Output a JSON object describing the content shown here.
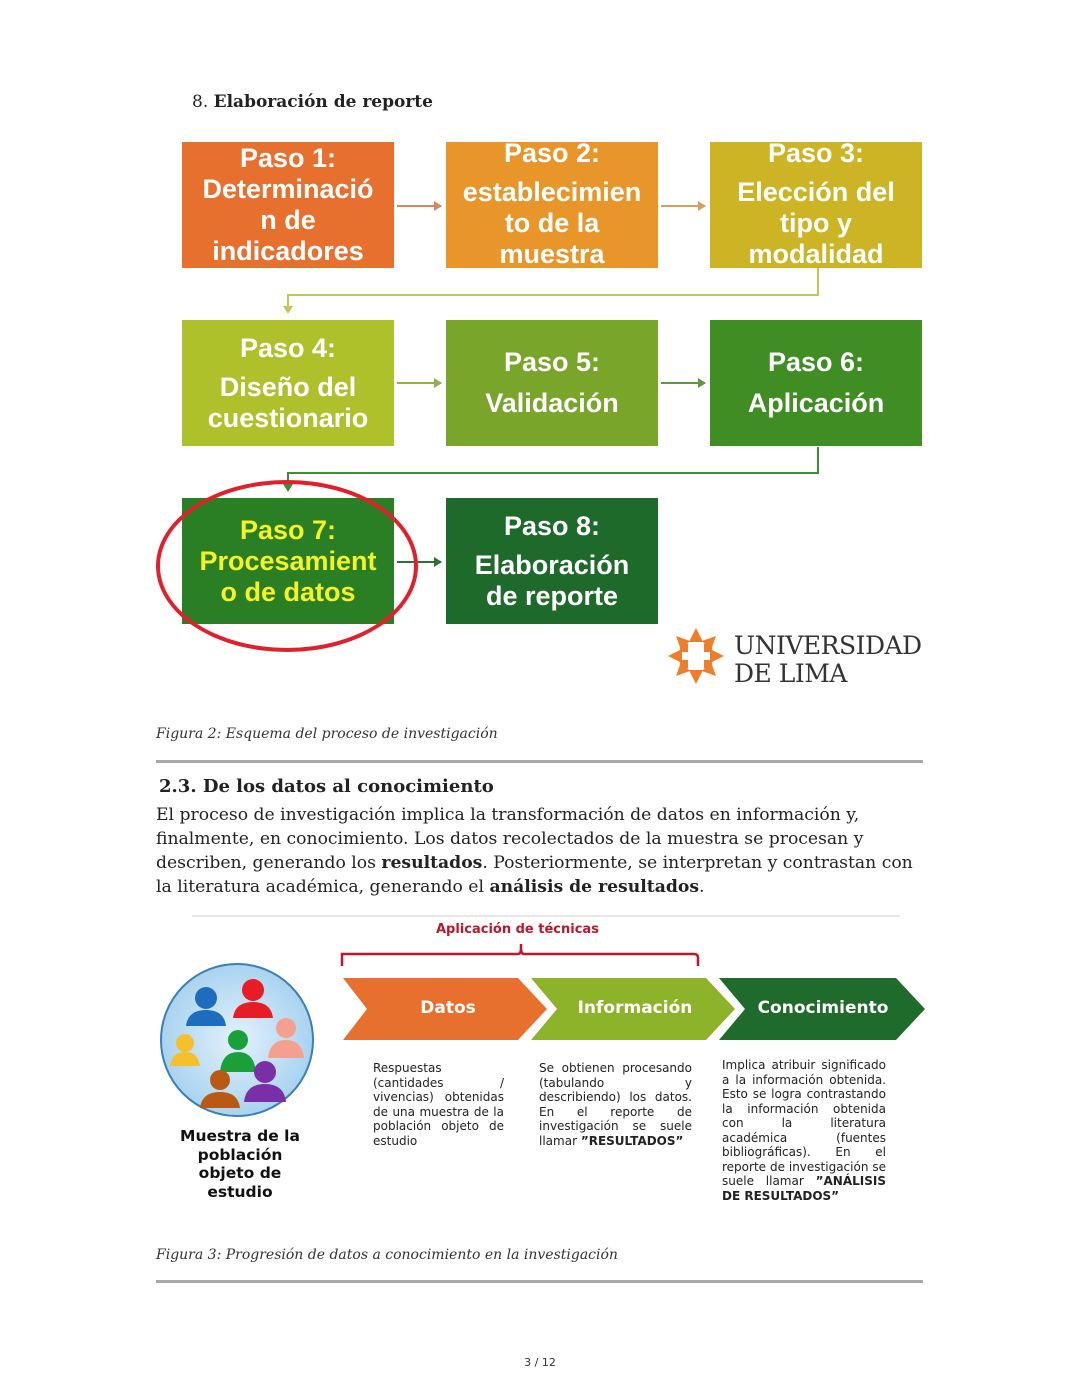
{
  "section_heading": {
    "number": "8.",
    "title": "Elaboración de reporte"
  },
  "figure2": {
    "steps": [
      {
        "title": "Paso 1:",
        "lines": [
          "Determinació",
          "n de",
          "indicadores"
        ],
        "color": "#e8702f",
        "text_color": "#ffffff"
      },
      {
        "title": "Paso 2:",
        "lines": [
          "establecimien",
          "to de la",
          "muestra"
        ],
        "color": "#e8962a",
        "text_color": "#ffffff"
      },
      {
        "title": "Paso 3:",
        "lines": [
          "Elección del",
          "tipo y",
          "modalidad"
        ],
        "color": "#cdb424",
        "text_color": "#ffffff"
      },
      {
        "title": "Paso 4:",
        "lines": [
          "Diseño del",
          "cuestionario"
        ],
        "color": "#aec12a",
        "text_color": "#ffffff"
      },
      {
        "title": "Paso 5:",
        "lines": [
          "Validación"
        ],
        "color": "#79a52a",
        "text_color": "#ffffff"
      },
      {
        "title": "Paso 6:",
        "lines": [
          "Aplicación"
        ],
        "color": "#3f8d23",
        "text_color": "#ffffff"
      },
      {
        "title": "Paso 7:",
        "lines": [
          "Procesamient",
          "o de datos"
        ],
        "color": "#2a7f24",
        "text_color": "#f5f227"
      },
      {
        "title": "Paso 8:",
        "lines": [
          "Elaboración",
          "de reporte"
        ],
        "color": "#1d6a2b",
        "text_color": "#ffffff"
      }
    ],
    "highlight_color": "#e0202a",
    "logo": {
      "line1": "UNIVERSIDAD",
      "line2": "DE LIMA",
      "star_color": "#f07d2a"
    },
    "caption": "Figura 2: Esquema del proceso de investigación"
  },
  "section23": {
    "heading": "2.3. De los datos al conocimiento",
    "para_parts": {
      "p1": "El proceso de investigación implica la transformación de datos en información y, finalmente, en conocimiento. Los datos recolectados de la muestra se procesan y describen, generando los ",
      "b1": "resultados",
      "p2": ". Posteriormente, se interpretan y contrastan con la literatura académica, generando el ",
      "b2": "análisis de resultados",
      "p3": "."
    }
  },
  "figure3": {
    "bracket_label": "Aplicación de técnicas",
    "bracket_color": "#c0152b",
    "sample_label": "Muestra de la población objeto de estudio",
    "stages": [
      {
        "label": "Datos",
        "color": "#e8702f",
        "desc": "Respuestas (cantidades / vivencias) obtenidas de una muestra de la población objeto de estudio"
      },
      {
        "label": "Información",
        "color": "#8db32a",
        "desc_pre": "Se obtienen procesando (tabulando y describiendo) los datos. En el reporte de investigación se suele llamar ",
        "desc_bold": "”RESULTADOS”"
      },
      {
        "label": "Conocimiento",
        "color": "#1f6b2c",
        "desc_pre": "Implica atribuir significado a la información obtenida. Esto se logra contrastando la información obtenida con la literatura académica (fuentes bibliográficas). En el reporte de investigación se suele llamar ",
        "desc_bold": "”ANÁLISIS DE RESULTADOS”"
      }
    ],
    "caption": "Figura 3: Progresión de datos a conocimiento en la investigación"
  },
  "page": {
    "indicator": "3 / 12"
  }
}
